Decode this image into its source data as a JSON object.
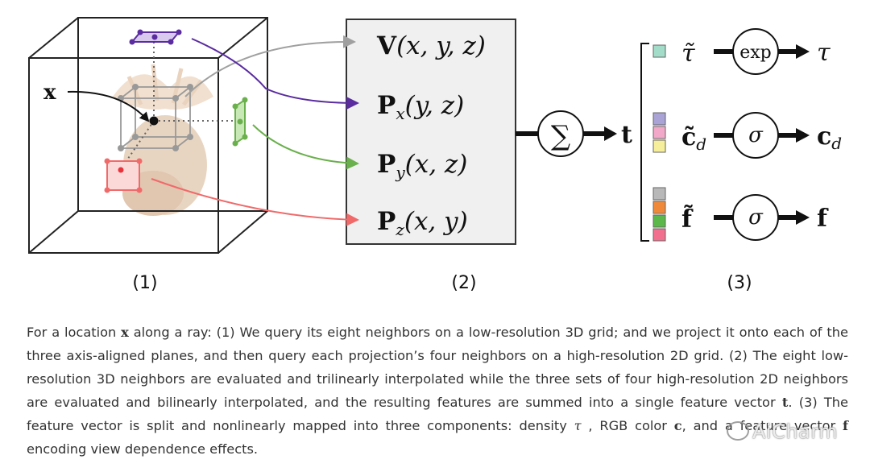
{
  "panels": {
    "p1_label": "(1)",
    "p2_label": "(2)",
    "p3_label": "(3)"
  },
  "panel1": {
    "point_label": "x"
  },
  "panel2": {
    "terms": [
      {
        "sym": "V",
        "sub": "",
        "args": "(x, y, z)"
      },
      {
        "sym": "P",
        "sub": "x",
        "args": "(y, z)"
      },
      {
        "sym": "P",
        "sub": "y",
        "args": "(x, z)"
      },
      {
        "sym": "P",
        "sub": "z",
        "args": "(x, y)"
      }
    ],
    "sum_symbol": "∑",
    "sum_output": "t"
  },
  "panel3": {
    "rows": [
      {
        "in_sym": "τ̃",
        "in_sub": "",
        "func": "exp",
        "out_sym": "τ",
        "out_sub": ""
      },
      {
        "in_sym": "c̃",
        "in_sub": "d",
        "func": "σ",
        "out_sym": "c",
        "out_sub": "d"
      },
      {
        "in_sym": "f̃",
        "in_sub": "",
        "func": "σ",
        "out_sym": "f",
        "out_sub": ""
      }
    ]
  },
  "colors": {
    "purple": "#5a2ca0",
    "green": "#6ab04c",
    "red": "#f06a6a",
    "gray_arrow": "#a0a0a0",
    "box_fill": "#f0f0f0",
    "teal": "#a3dcc8",
    "lavender": "#a9a3d6",
    "pink": "#f2a8c8",
    "yellow": "#f6ee9a",
    "gray_cell": "#b8b8b8",
    "orange": "#f08a3a",
    "green_cell": "#5cb84a",
    "pink_cell": "#f2708e"
  },
  "caption": {
    "s1": "For a location ",
    "x": "x",
    "s2": " along a ray: (1) We query its eight neighbors on a low-resolution 3D grid; and we project it onto each of the three axis-aligned planes, and then query each projection’s four neighbors on a high-resolution 2D grid. (2) The eight low-resolution 3D neighbors are evaluated and trilinearly interpolated while the three sets of four high-resolution 2D neighbors are evaluated and bilinearly interpolated, and the resulting features are summed into a single feature vector ",
    "t": "t",
    "s3": ". (3) The feature vector is split and nonlinearly mapped into three components: density ",
    "tau": "τ",
    "s4": " , RGB color ",
    "c": "c",
    "s5": ", and a feature vector ",
    "f": "f",
    "s6": " encoding view dependence effects."
  },
  "watermark": "AiCharm"
}
